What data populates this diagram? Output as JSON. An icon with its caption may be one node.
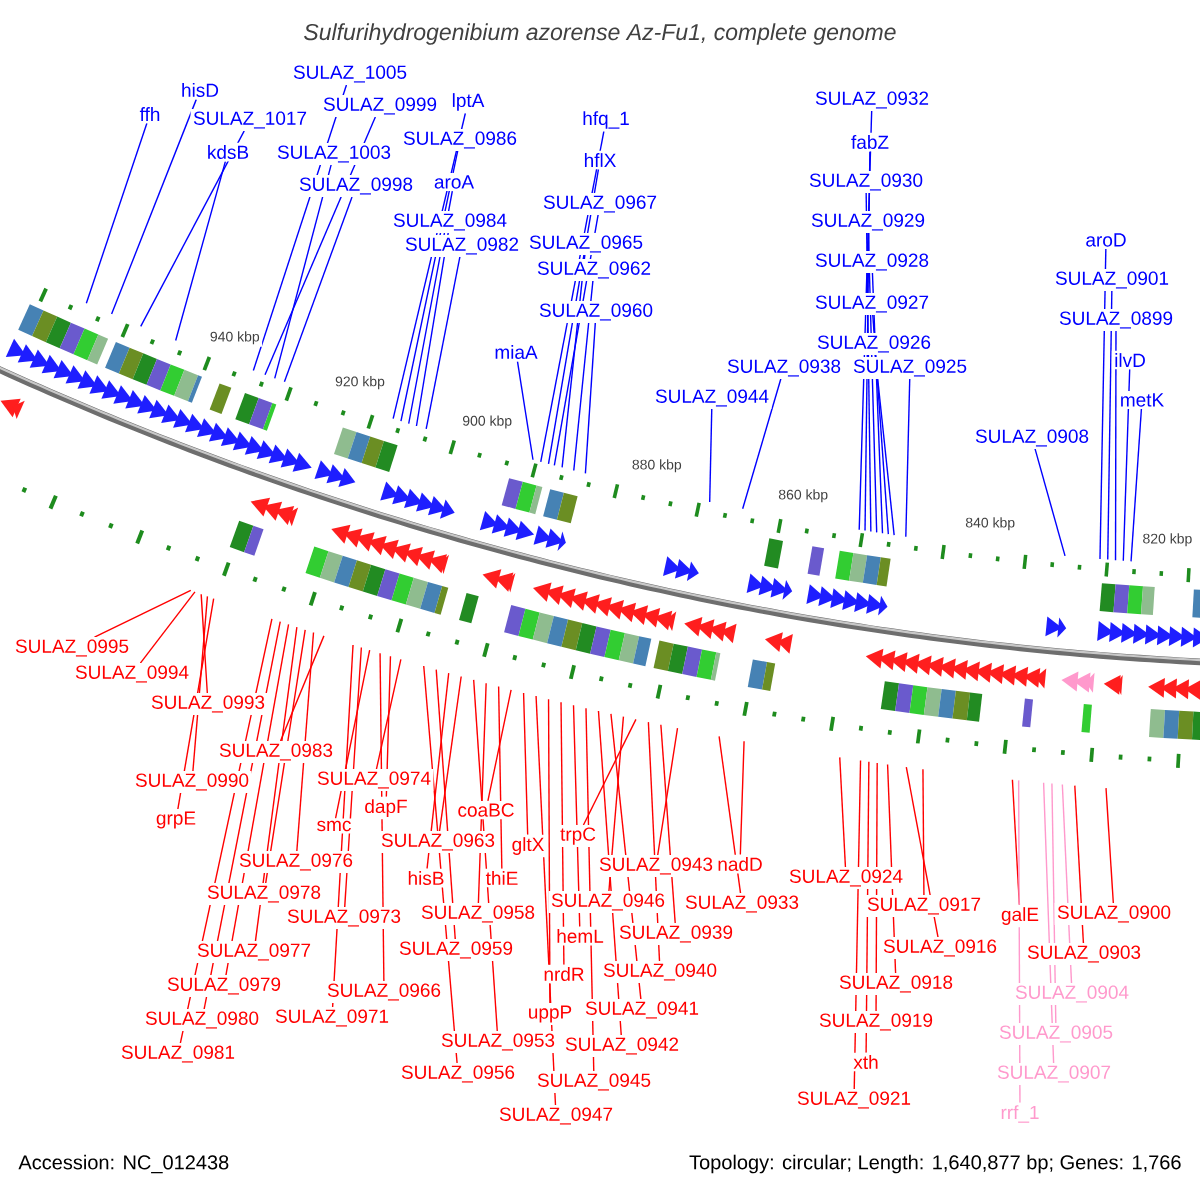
{
  "diagram": {
    "title": "Sulfurihydrogenibium azorense Az-Fu1, complete genome",
    "nodes": [
      {
        "text": [
          "SULAZ_1005"
        ]
      },
      {
        "text": [
          "hisD"
        ]
      },
      {
        "text": [
          "SULAZ_0932"
        ]
      },
      {
        "text": [
          "lptA"
        ]
      },
      {
        "text": [
          "SULAZ_0999"
        ]
      },
      {
        "text": [
          "ffh"
        ]
      },
      {
        "text": [
          "hfq_1"
        ]
      },
      {
        "text": [
          "SULAZ_1017"
        ]
      },
      {
        "text": [
          "SULAZ_0986"
        ]
      },
      {
        "text": [
          "fabZ"
        ]
      },
      {
        "text": [
          "kdsB"
        ]
      },
      {
        "text": [
          "SULAZ_1003"
        ]
      },
      {
        "text": [
          "hflX"
        ]
      },
      {
        "text": [
          "aroA"
        ]
      },
      {
        "text": [
          "SULAZ_0930"
        ]
      },
      {
        "text": [
          "SULAZ_0998"
        ]
      },
      {
        "text": [
          "SULAZ_0967"
        ]
      },
      {
        "text": [
          "SULAZ_0984"
        ]
      },
      {
        "text": [
          "SULAZ_0929"
        ]
      },
      {
        "text": [
          "aroD"
        ]
      },
      {
        "text": [
          "SULAZ_0965"
        ]
      },
      {
        "text": [
          "SULAZ_0982"
        ]
      },
      {
        "text": [
          "SULAZ_0928"
        ]
      },
      {
        "text": [
          "SULAZ_0962"
        ]
      },
      {
        "text": [
          "SULAZ_0901"
        ]
      },
      {
        "text": [
          "SULAZ_0927"
        ]
      },
      {
        "text": [
          "SULAZ_0960"
        ]
      },
      {
        "text": [
          "SULAZ_0899"
        ]
      },
      {
        "text": [
          "SULAZ_0926"
        ]
      },
      {
        "text": [
          "miaA"
        ]
      },
      {
        "text": [
          "ilvD"
        ]
      },
      {
        "text": [
          "SULAZ_0938"
        ]
      },
      {
        "text": [
          "SULAZ_0925"
        ]
      },
      {
        "text": [
          "SULAZ_0944"
        ]
      },
      {
        "text": [
          "metK"
        ]
      },
      {
        "text": [
          "SULAZ_0908"
        ]
      },
      {
        "text": [
          "SULAZ_0995"
        ]
      },
      {
        "text": [
          "SULAZ_0994"
        ]
      },
      {
        "text": [
          "SULAZ_0993"
        ]
      },
      {
        "text": [
          "SULAZ_0983"
        ]
      },
      {
        "text": [
          "SULAZ_0974"
        ]
      },
      {
        "text": [
          "SULAZ_0990"
        ]
      },
      {
        "text": [
          "dapF"
        ]
      },
      {
        "text": [
          "coaBC"
        ]
      },
      {
        "text": [
          "grpE"
        ]
      },
      {
        "text": [
          "smc"
        ]
      },
      {
        "text": [
          "trpC"
        ]
      },
      {
        "text": [
          "SULAZ_0963"
        ]
      },
      {
        "text": [
          "gltX"
        ]
      },
      {
        "text": [
          "SULAZ_0976"
        ]
      },
      {
        "text": [
          "nadD"
        ]
      },
      {
        "text": [
          "SULAZ_0943"
        ]
      },
      {
        "text": [
          "hisB"
        ]
      },
      {
        "text": [
          "thiE"
        ]
      },
      {
        "text": [
          "SULAZ_0924"
        ]
      },
      {
        "text": [
          "SULAZ_0978"
        ]
      },
      {
        "text": [
          "SULAZ_0946"
        ]
      },
      {
        "text": [
          "SULAZ_0933"
        ]
      },
      {
        "text": [
          "SULAZ_0917"
        ]
      },
      {
        "text": [
          "SULAZ_0958"
        ]
      },
      {
        "text": [
          "galE"
        ]
      },
      {
        "text": [
          "SULAZ_0900"
        ]
      },
      {
        "text": [
          "SULAZ_0973"
        ]
      },
      {
        "text": [
          "SULAZ_0939"
        ]
      },
      {
        "text": [
          "hemL"
        ]
      },
      {
        "text": [
          "SULAZ_0916"
        ]
      },
      {
        "text": [
          "SULAZ_0959"
        ]
      },
      {
        "text": [
          "SULAZ_0977"
        ]
      },
      {
        "text": [
          "SULAZ_0903"
        ]
      },
      {
        "text": [
          "nrdR"
        ]
      },
      {
        "text": [
          "SULAZ_0940"
        ]
      },
      {
        "text": [
          "SULAZ_0918"
        ]
      },
      {
        "text": [
          "SULAZ_0979"
        ]
      },
      {
        "text": [
          "SULAZ_0966"
        ]
      },
      {
        "text": [
          "SULAZ_0904"
        ]
      },
      {
        "text": [
          "SULAZ_0941"
        ]
      },
      {
        "text": [
          "uppP"
        ]
      },
      {
        "text": [
          "SULAZ_0971"
        ]
      },
      {
        "text": [
          "SULAZ_0980"
        ]
      },
      {
        "text": [
          "SULAZ_0919"
        ]
      },
      {
        "text": [
          "SULAZ_0905"
        ]
      },
      {
        "text": [
          "SULAZ_0953"
        ]
      },
      {
        "text": [
          "SULAZ_0942"
        ]
      },
      {
        "text": [
          "SULAZ_0981"
        ]
      },
      {
        "text": [
          "xth"
        ]
      },
      {
        "text": [
          "SULAZ_0956"
        ]
      },
      {
        "text": [
          "SULAZ_0907"
        ]
      },
      {
        "text": [
          "SULAZ_0945"
        ]
      },
      {
        "text": [
          "SULAZ_0921"
        ]
      },
      {
        "text": [
          "rrf_1"
        ]
      },
      {
        "text": [
          "SULAZ_0947"
        ]
      }
    ],
    "edges": [
      {
        "from": 0,
        "to": null,
        "arrow": "none",
        "color": "#0000ff"
      },
      {
        "from": 1,
        "to": null,
        "arrow": "none",
        "color": "#0000ff"
      },
      {
        "from": 2,
        "to": null,
        "arrow": "none",
        "color": "#0000ff"
      },
      {
        "from": 3,
        "to": null,
        "arrow": "none",
        "color": "#0000ff"
      },
      {
        "from": 4,
        "to": null,
        "arrow": "none",
        "color": "#0000ff"
      },
      {
        "from": 5,
        "to": null,
        "arrow": "none",
        "color": "#0000ff"
      },
      {
        "from": 6,
        "to": null,
        "arrow": "none",
        "color": "#0000ff"
      },
      {
        "from": 7,
        "to": null,
        "arrow": "none",
        "color": "#0000ff"
      },
      {
        "from": 8,
        "to": null,
        "arrow": "none",
        "color": "#0000ff"
      },
      {
        "from": 9,
        "to": null,
        "arrow": "none",
        "color": "#0000ff"
      },
      {
        "from": 10,
        "to": null,
        "arrow": "none",
        "color": "#0000ff"
      },
      {
        "from": 11,
        "to": null,
        "arrow": "none",
        "color": "#0000ff"
      },
      {
        "from": 12,
        "to": null,
        "arrow": "none",
        "color": "#0000ff"
      },
      {
        "from": 13,
        "to": null,
        "arrow": "none",
        "color": "#0000ff"
      },
      {
        "from": 14,
        "to": null,
        "arrow": "none",
        "color": "#0000ff"
      },
      {
        "from": 15,
        "to": null,
        "arrow": "none",
        "color": "#0000ff"
      },
      {
        "from": 16,
        "to": null,
        "arrow": "none",
        "color": "#0000ff"
      },
      {
        "from": 17,
        "to": null,
        "arrow": "none",
        "color": "#0000ff"
      },
      {
        "from": 18,
        "to": null,
        "arrow": "none",
        "color": "#0000ff"
      },
      {
        "from": 19,
        "to": null,
        "arrow": "none",
        "color": "#0000ff"
      },
      {
        "from": 20,
        "to": null,
        "arrow": "none",
        "color": "#0000ff"
      },
      {
        "from": 21,
        "to": null,
        "arrow": "none",
        "color": "#0000ff"
      },
      {
        "from": 22,
        "to": null,
        "arrow": "none",
        "color": "#0000ff"
      },
      {
        "from": 23,
        "to": null,
        "arrow": "none",
        "color": "#0000ff"
      },
      {
        "from": 24,
        "to": null,
        "arrow": "none",
        "color": "#0000ff"
      },
      {
        "from": 25,
        "to": null,
        "arrow": "none",
        "color": "#0000ff"
      },
      {
        "from": 26,
        "to": null,
        "arrow": "none",
        "color": "#0000ff"
      },
      {
        "from": 27,
        "to": null,
        "arrow": "none",
        "color": "#0000ff"
      },
      {
        "from": 28,
        "to": null,
        "arrow": "none",
        "color": "#0000ff"
      },
      {
        "from": 29,
        "to": null,
        "arrow": "none",
        "color": "#0000ff"
      },
      {
        "from": 30,
        "to": null,
        "arrow": "none",
        "color": "#0000ff"
      },
      {
        "from": 31,
        "to": null,
        "arrow": "none",
        "color": "#0000ff"
      },
      {
        "from": 32,
        "to": null,
        "arrow": "none",
        "color": "#0000ff"
      },
      {
        "from": 33,
        "to": null,
        "arrow": "none",
        "color": "#0000ff"
      },
      {
        "from": 34,
        "to": null,
        "arrow": "none",
        "color": "#0000ff"
      },
      {
        "from": 35,
        "to": null,
        "arrow": "none",
        "color": "#0000ff"
      },
      {
        "from": 36,
        "to": null,
        "arrow": "none"
      },
      {
        "from": 37,
        "to": null,
        "arrow": "none"
      },
      {
        "from": 38,
        "to": null,
        "arrow": "none"
      },
      {
        "from": 39,
        "to": null,
        "arrow": "none"
      },
      {
        "from": 40,
        "to": null,
        "arrow": "none"
      },
      {
        "from": 41,
        "to": null,
        "arrow": "none"
      },
      {
        "from": 42,
        "to": null,
        "arrow": "none"
      },
      {
        "from": 43,
        "to": null,
        "arrow": "none"
      },
      {
        "from": 44,
        "to": null,
        "arrow": "none"
      },
      {
        "from": 45,
        "to": null,
        "arrow": "none"
      },
      {
        "from": 46,
        "to": null,
        "arrow": "none"
      },
      {
        "from": 47,
        "to": null,
        "arrow": "none"
      },
      {
        "from": 48,
        "to": null,
        "arrow": "none"
      },
      {
        "from": 49,
        "to": null,
        "arrow": "none"
      },
      {
        "from": 50,
        "to": null,
        "arrow": "none"
      },
      {
        "from": 51,
        "to": null,
        "arrow": "none"
      },
      {
        "from": 52,
        "to": null,
        "arrow": "none"
      },
      {
        "from": 53,
        "to": null,
        "arrow": "none"
      },
      {
        "from": 54,
        "to": null,
        "arrow": "none"
      },
      {
        "from": 55,
        "to": null,
        "arrow": "none"
      },
      {
        "from": 56,
        "to": null,
        "arrow": "none"
      },
      {
        "from": 57,
        "to": null,
        "arrow": "none"
      },
      {
        "from": 58,
        "to": null,
        "arrow": "none"
      },
      {
        "from": 59,
        "to": null,
        "arrow": "none"
      },
      {
        "from": 60,
        "to": null,
        "arrow": "none"
      },
      {
        "from": 61,
        "to": null,
        "arrow": "none"
      },
      {
        "from": 62,
        "to": null,
        "arrow": "none"
      },
      {
        "from": 63,
        "to": null,
        "arrow": "none"
      },
      {
        "from": 64,
        "to": null,
        "arrow": "none"
      },
      {
        "from": 65,
        "to": null,
        "arrow": "none"
      },
      {
        "from": 66,
        "to": null,
        "arrow": "none"
      },
      {
        "from": 67,
        "to": null,
        "arrow": "none"
      },
      {
        "from": 68,
        "to": null,
        "arrow": "none"
      },
      {
        "from": 69,
        "to": null,
        "arrow": "none"
      },
      {
        "from": 70,
        "to": null,
        "arrow": "none"
      },
      {
        "from": 71,
        "to": null,
        "arrow": "none"
      },
      {
        "from": 72,
        "to": null,
        "arrow": "none"
      },
      {
        "from": 73,
        "to": null,
        "arrow": "none"
      },
      {
        "from": 74,
        "to": null,
        "arrow": "none",
        "color": "#ff99cc"
      },
      {
        "from": 75,
        "to": null,
        "arrow": "none"
      },
      {
        "from": 76,
        "to": null,
        "arrow": "none"
      },
      {
        "from": 77,
        "to": null,
        "arrow": "none"
      },
      {
        "from": 78,
        "to": null,
        "arrow": "none"
      },
      {
        "from": 79,
        "to": null,
        "arrow": "none"
      },
      {
        "from": 80,
        "to": null,
        "arrow": "none",
        "color": "#ff99cc"
      },
      {
        "from": 81,
        "to": null,
        "arrow": "none"
      },
      {
        "from": 82,
        "to": null,
        "arrow": "none"
      },
      {
        "from": 83,
        "to": null,
        "arrow": "none"
      },
      {
        "from": 84,
        "to": null,
        "arrow": "none"
      },
      {
        "from": 85,
        "to": null,
        "arrow": "none"
      },
      {
        "from": 86,
        "to": null,
        "arrow": "none",
        "color": "#ff99cc"
      },
      {
        "from": 87,
        "to": null,
        "arrow": "none"
      },
      {
        "from": 88,
        "to": null,
        "arrow": "none"
      },
      {
        "from": 89,
        "to": null,
        "arrow": "none",
        "color": "#ff99cc"
      },
      {
        "from": 90,
        "to": null,
        "arrow": "none"
      }
    ],
    "labels": [
      "940 kbp",
      "920 kbp",
      "900 kbp",
      "880 kbp",
      "860 kbp",
      "840 kbp",
      "820 kbp",
      "Accession: NC_012438",
      "Topology: circular; Length: 1,640,877 bp; Genes: 1,766"
    ]
  }
}
